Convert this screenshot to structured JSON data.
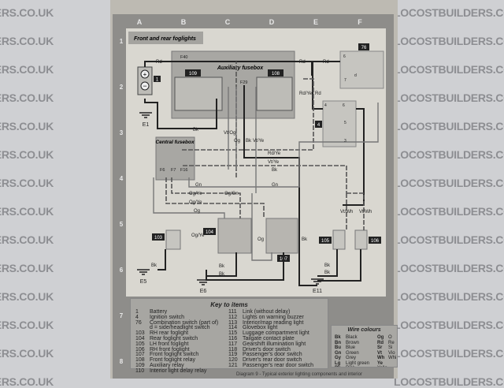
{
  "watermark": {
    "text": "LOCOSTBUILDERS.CO.UK"
  },
  "diagram": {
    "title": "Front and rear foglights",
    "columns": [
      "A",
      "B",
      "C",
      "D",
      "E",
      "F"
    ],
    "rows": [
      "1",
      "2",
      "3",
      "4",
      "5",
      "6",
      "7",
      "8"
    ],
    "components": {
      "battery": "1",
      "ignition_switch": "4",
      "combination_switch": "76",
      "aux_fusebox": "Auxiliary fusebox",
      "central_fusebox": "Central fusebox",
      "relay_109": "109",
      "relay_108": "108",
      "rh_rear_foglight": "103",
      "rear_foglight_switch": "104",
      "lh_front_foglight": "105",
      "rh_front_foglight": "106",
      "front_foglight_switch": "107"
    },
    "fuses": [
      "F40",
      "F29",
      "F6",
      "F7",
      "F16"
    ],
    "earths": [
      "E1",
      "E5",
      "E6",
      "E11"
    ],
    "switch_terminals": [
      "6",
      "7",
      "4",
      "6",
      "5",
      "3",
      "d"
    ],
    "wire_labels": {
      "rd1": "Rd",
      "rd2": "Rd",
      "rd3": "Rd",
      "rd4": "Rd",
      "bk1": "Bk",
      "bk2": "Bk",
      "bk3": "Bk",
      "bk4": "Bk",
      "bk5": "Bk",
      "bk6": "Bk",
      "bk7": "Bk",
      "bk8": "Bk",
      "bk9": "Bk",
      "vtog": "Vt/Og",
      "og1": "Og",
      "og2": "Og",
      "og3": "Og",
      "vtye1": "Vt/Ye",
      "vtye2": "Vt/Ye",
      "rdye1": "Rd/Ye",
      "rdye2": "Rd/Ye",
      "gn1": "Gn",
      "gn2": "Gn",
      "ogye1": "Og/Ye",
      "ogye2": "Og/Ye",
      "ogye3": "Og/Ye",
      "oggn": "Og/Gn",
      "vtwh1": "Vt/Wh",
      "vtwh2": "Vt/Wh"
    }
  },
  "key": {
    "title": "Key to items",
    "items_left": [
      {
        "n": "1",
        "label": "Battery"
      },
      {
        "n": "4",
        "label": "Ignition switch"
      },
      {
        "n": "76",
        "label": "Combination switch (part of)"
      },
      {
        "n": "",
        "label": "d = side/headlight switch"
      },
      {
        "n": "103",
        "label": "RH rear foglight"
      },
      {
        "n": "104",
        "label": "Rear foglight switch"
      },
      {
        "n": "105",
        "label": "LH front foglight"
      },
      {
        "n": "106",
        "label": "RH front foglight"
      },
      {
        "n": "107",
        "label": "Front foglight switch"
      },
      {
        "n": "108",
        "label": "Front foglight relay"
      },
      {
        "n": "109",
        "label": "Auxiliary relay"
      },
      {
        "n": "110",
        "label": "Interior light delay relay"
      }
    ],
    "items_right": [
      {
        "n": "111",
        "label": "Link (without delay)"
      },
      {
        "n": "112",
        "label": "Lights on warning buzzer"
      },
      {
        "n": "113",
        "label": "Interior/map reading light"
      },
      {
        "n": "114",
        "label": "Glovebox light"
      },
      {
        "n": "115",
        "label": "Luggage compartment light"
      },
      {
        "n": "116",
        "label": "Tailgate contact plate"
      },
      {
        "n": "117",
        "label": "Gearshift illumination light"
      },
      {
        "n": "118",
        "label": "Driver's door switch"
      },
      {
        "n": "119",
        "label": "Passenger's door switch"
      },
      {
        "n": "120",
        "label": "Driver's rear door switch"
      },
      {
        "n": "121",
        "label": "Passenger's rear door switch"
      }
    ]
  },
  "wire_colours": {
    "title": "Wire colours",
    "left": [
      {
        "code": "Bk",
        "name": "Black"
      },
      {
        "code": "Bn",
        "name": "Brown"
      },
      {
        "code": "Bu",
        "name": "Blue"
      },
      {
        "code": "Gn",
        "name": "Green"
      },
      {
        "code": "Gy",
        "name": "Grey"
      },
      {
        "code": "Lg",
        "name": "Light green"
      },
      {
        "code": "Pk",
        "name": "Pink"
      }
    ],
    "right": [
      {
        "code": "Og",
        "name": "O"
      },
      {
        "code": "Rd",
        "name": "Re"
      },
      {
        "code": "Sr",
        "name": "Si"
      },
      {
        "code": "Vt",
        "name": "Vio"
      },
      {
        "code": "Wh",
        "name": "Whi"
      },
      {
        "code": "Ye",
        "name": "Yello"
      },
      {
        "code": "Na",
        "name": "Natu"
      }
    ]
  },
  "caption": "Diagram 9 - Typical exterior lighting components and interior"
}
